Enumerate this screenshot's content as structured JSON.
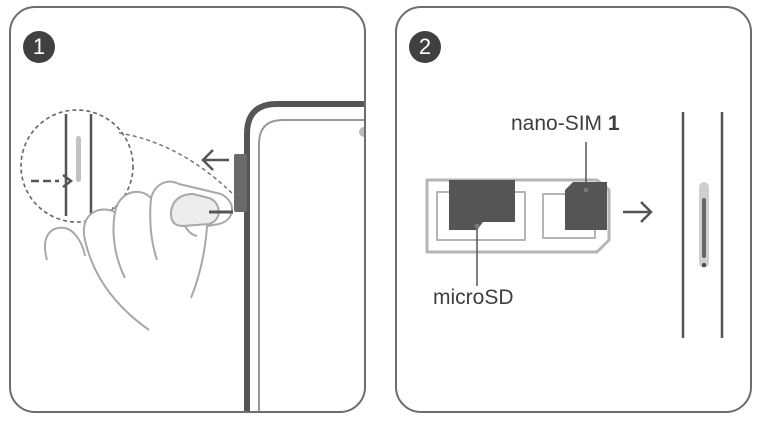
{
  "steps": [
    {
      "number": "1"
    },
    {
      "number": "2",
      "labels": {
        "nano_sim_text": "nano-SIM",
        "nano_sim_slot_number": "1",
        "micro_sd": "microSD"
      }
    }
  ],
  "colors": {
    "outline": "#6d6d6d",
    "device": "#555555",
    "card": "#555555",
    "tray": "#bdbdbd",
    "badge": "#404040",
    "text": "#3e3e3e"
  },
  "icons": [
    "ejector-pin-icon",
    "arrow-left-icon",
    "arrow-right-icon",
    "sim-tray-icon",
    "sim-card-icon",
    "microsd-card-icon"
  ]
}
